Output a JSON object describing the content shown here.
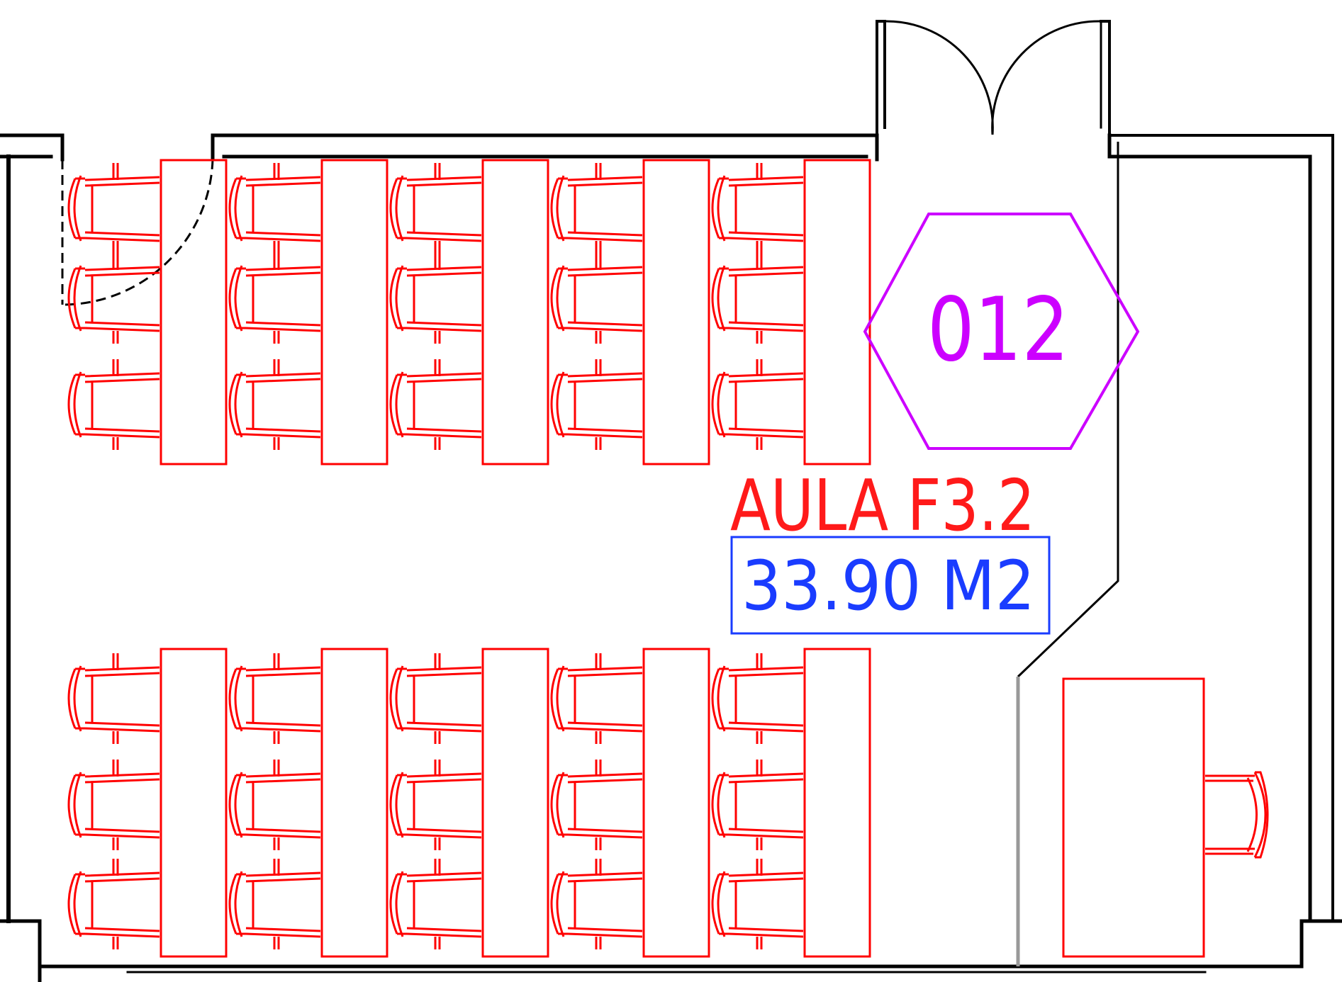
{
  "room": {
    "number": "012",
    "name": "AULA F3.2",
    "area": "33.90 M2"
  },
  "colors": {
    "walls": "#000000",
    "furniture": "#ff0000",
    "room_tag": "#cc00ff",
    "area_label": "#1a3cff",
    "partition": "#999999"
  }
}
